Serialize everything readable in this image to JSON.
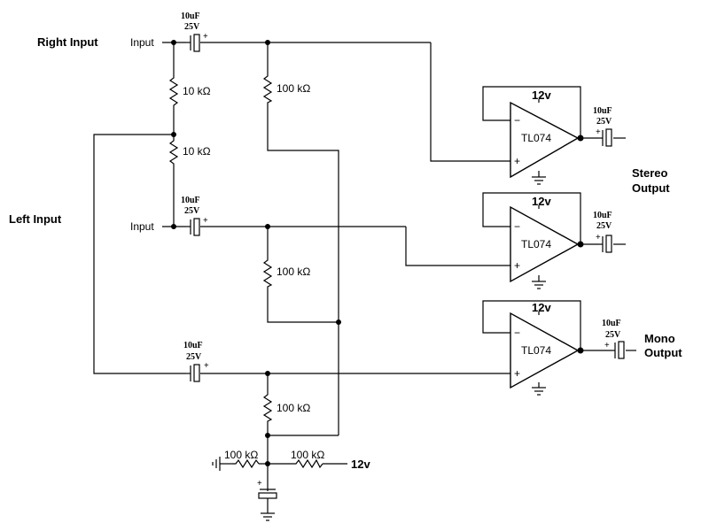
{
  "labels": {
    "right_input": "Right Input",
    "left_input": "Left Input",
    "input": "Input",
    "stereo_output_line1": "Stereo",
    "stereo_output_line2": "Output",
    "mono_output_line1": "Mono",
    "mono_output_line2": "Output",
    "vcc": "12v",
    "opamp": "TL074",
    "cap_value": "10uF",
    "cap_voltage": "25V",
    "plus": "+",
    "minus": "−",
    "res_10k": "10  kΩ",
    "res_100k": "100 kΩ",
    "supply": "12v"
  },
  "components": {
    "capacitors": [
      "10uF 25V",
      "10uF 25V",
      "10uF 25V",
      "10uF 25V",
      "10uF 25V",
      "10uF 25V"
    ],
    "resistors": [
      "10 kΩ",
      "10 kΩ",
      "100 kΩ",
      "100 kΩ",
      "100 kΩ",
      "100 kΩ",
      "100 kΩ"
    ],
    "opamps": [
      "TL074",
      "TL074",
      "TL074"
    ]
  }
}
